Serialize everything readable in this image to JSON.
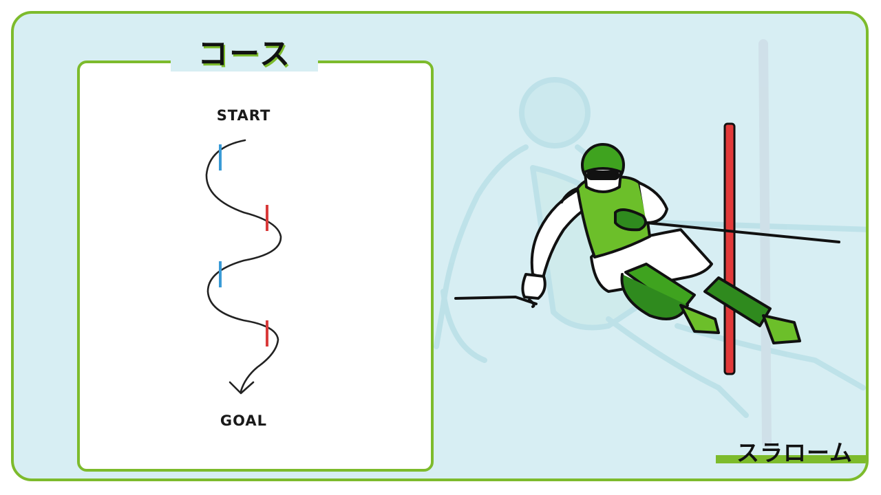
{
  "course": {
    "title": "コース",
    "start_label": "START",
    "goal_label": "GOAL",
    "gate_colors": [
      "#3a9bd6",
      "#d93a3a"
    ]
  },
  "sport": {
    "name": "スラローム"
  },
  "colors": {
    "accent": "#7dbb2c",
    "background": "#d7eef3",
    "panel": "#ffffff",
    "suit_green": "#6cbf2a",
    "dark_green": "#2f8a1e",
    "gate_red": "#e23a3a"
  },
  "icons": [
    "skier-illustration",
    "slalom-gate-pole",
    "course-arrow"
  ]
}
